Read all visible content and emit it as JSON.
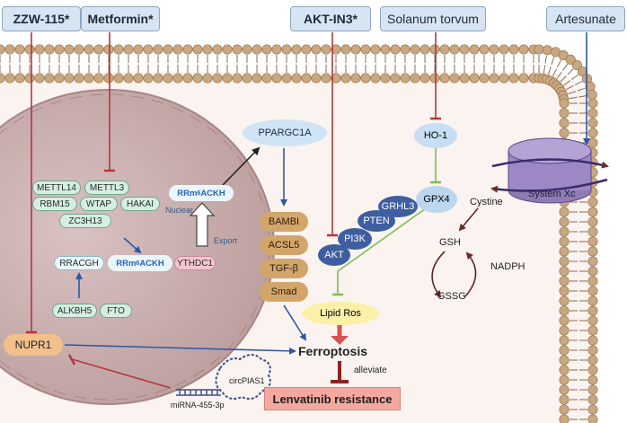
{
  "drugs": {
    "zzw115": "ZZW-115*",
    "metformin": "Metformin*",
    "aktin3": "AKT-IN3*",
    "solanum": "Solanum torvum",
    "artesunate": "Artesunate"
  },
  "nucleus": {
    "methyl_complex": [
      "METTL14",
      "METTL3",
      "RBM15",
      "WTAP",
      "HAKAI",
      "ZC3H13"
    ],
    "rracgh": "RRACGH",
    "rrm_inner": "RRm6ACKH",
    "ythdc1": "YTHDC1",
    "alkbh5": "ALKBH5",
    "fto": "FTO",
    "nupr1": "NUPR1"
  },
  "nuclear_export": {
    "rrm_cyto": "RRm6ACKH",
    "nuclear": "Nuclear",
    "export": "Export"
  },
  "pathway": {
    "ppargc1a": "PPARGC1A",
    "bambi": "BAMBI",
    "acsl5": "ACSL5",
    "tgfb": "TGF-β",
    "smad": "Smad",
    "ho1": "HO-1",
    "gpx4": "GPX4",
    "grhl3": "GRHL3",
    "pten": "PTEN",
    "pi3k": "PI3K",
    "akt": "AKT",
    "lipid_ros": "Lipid Ros",
    "ferroptosis": "Ferroptosis",
    "alleviate": "alleviate",
    "resistance": "Lenvatinib resistance"
  },
  "system_xc": {
    "label": "System Xc",
    "cystine": "Cystine",
    "gsh": "GSH",
    "gssg": "GSSG",
    "nadph": "NADPH"
  },
  "rna": {
    "circ": "circPIAS1",
    "mirna": "miRNA-455-3p"
  },
  "colors": {
    "membrane_head": "#c9a781",
    "nucleus_fill": "#c5aaaa",
    "arrow_blue": "#2f57a5",
    "inhibit_red": "#b4363b",
    "green_line": "#7bbf52",
    "resistance_fill": "#f3a9a0"
  }
}
